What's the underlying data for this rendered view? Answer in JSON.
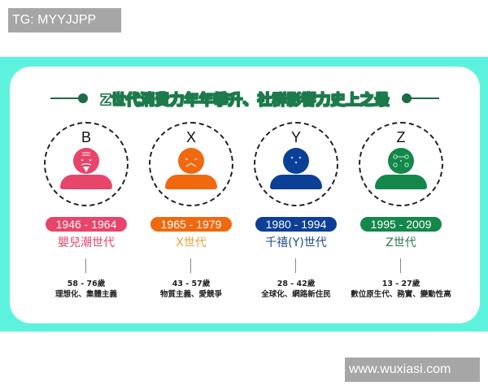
{
  "watermarks": {
    "top": "TG: MYYJJPP",
    "bottom": "www.wuxiasi.com"
  },
  "title": "Z世代消費力年年攀升、社群影響力史上之最",
  "colors": {
    "band": "#5df2dd",
    "title_green": "#1d6b45",
    "boomer": "#e8456a",
    "x": "#f0690f",
    "y": "#0d3f96",
    "z": "#14874a"
  },
  "generations": [
    {
      "letter": "B",
      "years": "1946 - 1964",
      "name": "嬰兒潮世代",
      "age": "58 - 76歲",
      "traits": "理想化、集體主義",
      "icon": "elder-person-icon",
      "color": "#e8456a"
    },
    {
      "letter": "X",
      "years": "1965 - 1979",
      "name": "X世代",
      "age": "43 - 57歲",
      "traits": "物質主義、愛競爭",
      "icon": "mustache-person-icon",
      "color": "#f0690f"
    },
    {
      "letter": "Y",
      "years": "1980 - 1994",
      "name": "千禧(Y)世代",
      "age": "28 - 42歲",
      "traits": "全球化、網路新住民",
      "icon": "person-icon",
      "color": "#0d3f96"
    },
    {
      "letter": "Z",
      "years": "1995 - 2009",
      "name": "Z世代",
      "age": "13 - 27歲",
      "traits": "數位原生代、務實、變動性高",
      "icon": "connected-person-icon",
      "color": "#14874a"
    }
  ]
}
